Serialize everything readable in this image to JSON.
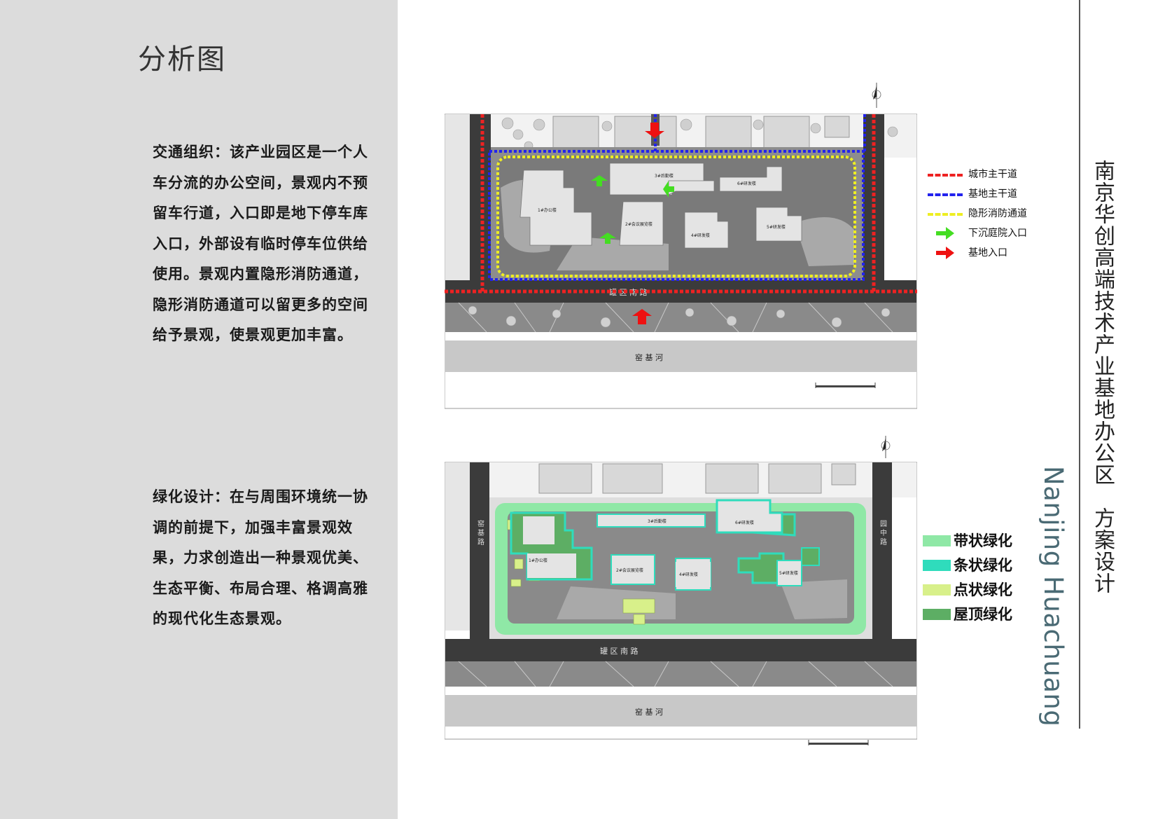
{
  "page_title": "分析图",
  "traffic_text": "交通组织：该产业园区是一个人车分流的办公空间，景观内不预留车行道，入口即是地下停车库入口，外部设有临时停车位供给使用。景观内置隐形消防通道，隐形消防通道可以留更多的空间给予景观，使景观更加丰富。",
  "green_text": "绿化设计：在与周围环境统一协调的前提下，加强丰富景观效果，力求创造出一种景观优美、生态平衡、布局合理、格调高雅的现代化生态景观。",
  "plan_labels": {
    "road": "罐 区 南 路",
    "river": "窑 基 河",
    "east_road": "园 中 路",
    "west_road": "窑 基 路",
    "b1": "1#办公楼",
    "b2": "2#会议展览楼",
    "b3": "3#后勤楼",
    "b4": "4#研发楼",
    "b5": "5#研发楼",
    "b6": "6#研发楼",
    "b4b": "4#研发楼"
  },
  "legend_top": [
    {
      "label": "城市主干道",
      "color": "#ee2222",
      "kind": "line"
    },
    {
      "label": "基地主干道",
      "color": "#2222ee",
      "kind": "line"
    },
    {
      "label": "隐形消防通道",
      "color": "#eeee22",
      "kind": "line"
    },
    {
      "label": "下沉庭院入口",
      "color": "#44dd22",
      "kind": "arrow"
    },
    {
      "label": "基地入口",
      "color": "#ee1111",
      "kind": "arrow"
    }
  ],
  "legend_bottom": [
    {
      "label": "带状绿化",
      "color": "#8fe8a6"
    },
    {
      "label": "条状绿化",
      "color": "#2fdcbc"
    },
    {
      "label": "点状绿化",
      "color": "#d8f08a"
    },
    {
      "label": "屋顶绿化",
      "color": "#5dae64"
    }
  ],
  "project_title": "南京华创高端技术产业基地办公区　方案设计",
  "english_title": "Nanjing Huachuang"
}
